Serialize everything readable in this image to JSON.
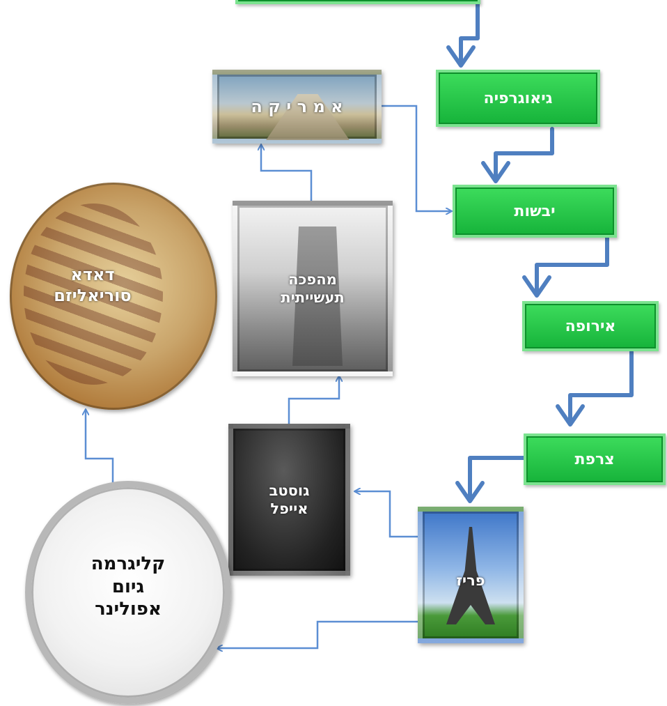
{
  "nodes": {
    "top": {
      "label": ""
    },
    "geography": {
      "label": "גיאוגרפיה"
    },
    "land": {
      "label": "יבשות"
    },
    "europe": {
      "label": "אירופה"
    },
    "france": {
      "label": "צרפת"
    },
    "paris": {
      "label": "פריז"
    },
    "eiffel": {
      "label": "גוסטב\nאייפל"
    },
    "industrial": {
      "label": "מהפכה\nתעשייתית"
    },
    "america": {
      "label": "א מ ר י ק ה"
    },
    "dada": {
      "label": "דאדא\nסוריאליזם"
    },
    "calligram": {
      "label": "קליגרמה\nגיום\nאפולינר"
    }
  },
  "colors": {
    "green_fill": "#22c447",
    "arrow_thick": "#4f7fc0",
    "arrow_thin": "#5b8ed3"
  }
}
